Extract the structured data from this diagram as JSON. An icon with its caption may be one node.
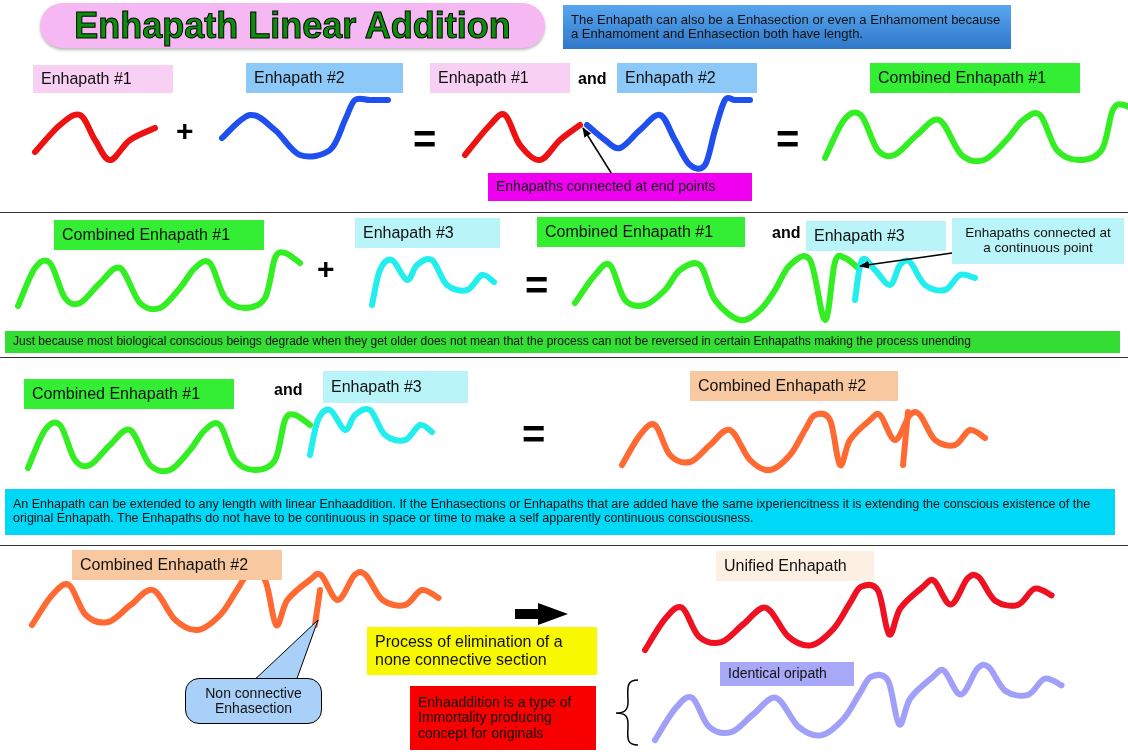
{
  "diagram": {
    "title": "Enhapath Linear Addition",
    "nodes": [
      {
        "text": [
          "The Enhapath can also be a Enhasection or even a Enhamoment because a Enhamoment and Enhasection both have length."
        ]
      },
      {
        "text": [
          "Enhapath #1"
        ]
      },
      {
        "text": [
          "Enhapath #2"
        ]
      },
      {
        "text": [
          "Enhapath #1"
        ]
      },
      {
        "text": [
          "Enhapath #2"
        ]
      },
      {
        "text": [
          "Combined Enhapath #1"
        ]
      },
      {
        "text": [
          "Enhapaths connected at end points"
        ]
      },
      {
        "text": [
          "Combined Enhapath #1"
        ]
      },
      {
        "text": [
          "Enhapath #3"
        ]
      },
      {
        "text": [
          "Combined Enhapath #1"
        ]
      },
      {
        "text": [
          "Enhapath #3"
        ]
      },
      {
        "text": [
          "Enhapaths connected at a continuous point"
        ]
      },
      {
        "text": [
          "Just because most biological conscious beings degrade when they get older does not mean that the process can not be reversed in certain Enhapaths making the process unending"
        ]
      },
      {
        "text": [
          "Combined Enhapath #1"
        ]
      },
      {
        "text": [
          "Enhapath #3"
        ]
      },
      {
        "text": [
          "Combined Enhapath #2"
        ]
      },
      {
        "text": [
          "An Enhapath can be extended to any length with linear Enhaaddition. If the Enhasections or Enhapaths that are added have the same ixperiencitness it is extending the conscious existence of the original Enhapath. The Enhapaths do not have to be continuous in space or time to make a self apparently continuous consciousness."
        ]
      },
      {
        "text": [
          "Combined Enhapath #2"
        ]
      },
      {
        "text": [
          "Unified Enhapath"
        ]
      },
      {
        "text": [
          "Non connective Enhasection"
        ]
      },
      {
        "text": [
          "Process of elimination of a none connective section"
        ]
      },
      {
        "text": [
          "Identical oripath"
        ]
      },
      {
        "text": [
          "Enhaaddition is a type of Immortality producing concept for originals"
        ]
      },
      {
        "text": [],
        "shape": "picture"
      },
      {
        "text": [],
        "shape": "picture"
      }
    ],
    "edges": [
      {
        "from": 6,
        "to": 23,
        "arrow": "to"
      },
      {
        "from": 11,
        "to": 24,
        "arrow": "to"
      }
    ],
    "labels": [
      "+",
      "=",
      "and",
      "=",
      "+",
      "and",
      "=",
      "and",
      "="
    ]
  }
}
